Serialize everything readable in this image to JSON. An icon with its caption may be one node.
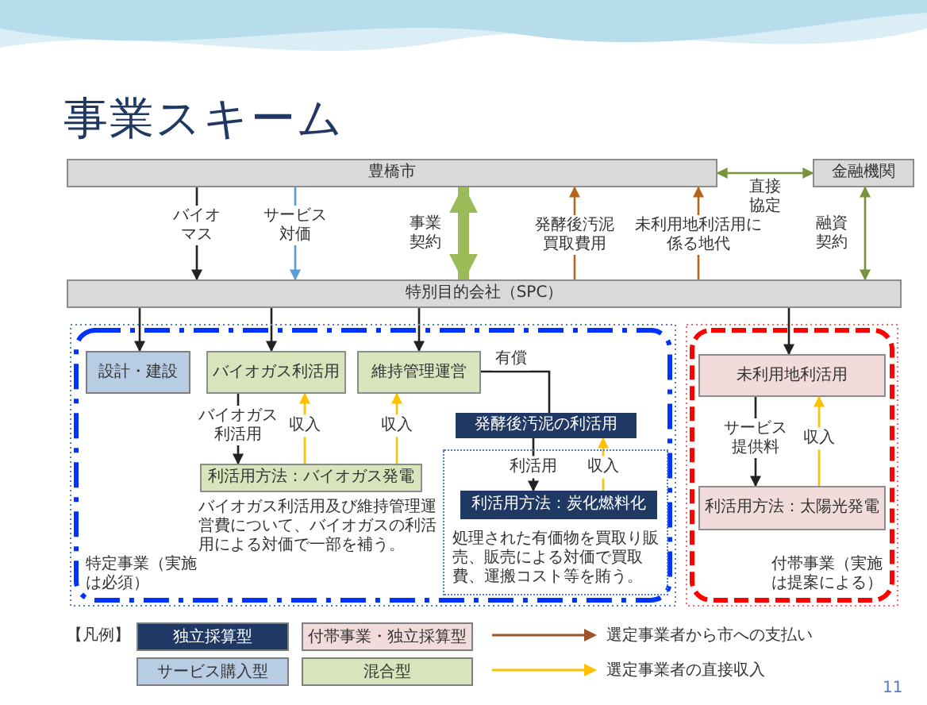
{
  "diagram": {
    "title": "事業スキーム",
    "nodes": [
      {
        "text": [
          "豊橋市"
        ]
      },
      {
        "text": [
          "金融機関"
        ]
      },
      {
        "text": [
          "特別目的会社（SPC）"
        ]
      },
      {
        "text": [
          "特定事業（実施は必須）"
        ]
      },
      {
        "text": [
          "設計・建設"
        ],
        "in": 3
      },
      {
        "text": [
          "バイオガス利活用"
        ],
        "in": 3
      },
      {
        "text": [
          "維持管理運営"
        ],
        "in": 3
      },
      {
        "text": [
          "利活用方法：バイオガス発電"
        ],
        "in": 3,
        "beside": [
          "バイオガス利活用及び維持管理運営費について、バイオガスの利活用による対価で一部を補う。"
        ]
      },
      {
        "text": [
          "発酵後汚泥の利活用"
        ],
        "in": 3
      },
      {
        "text": [
          "処理された有価物を買取り販売、販売による対価で買取費、運搬コスト等を賄う。"
        ],
        "in": 3
      },
      {
        "text": [
          "利活用方法：炭化燃料化"
        ],
        "in": 9
      },
      {
        "text": [
          "付帯事業（実施は提案による）"
        ]
      },
      {
        "text": [
          "未利用地利活用"
        ],
        "in": 11
      },
      {
        "text": [
          "利活用方法：太陽光発電"
        ],
        "in": 11
      }
    ],
    "edges": [
      {
        "from": 0,
        "to": 2,
        "arrow": "to",
        "label": "バイオマス"
      },
      {
        "from": 0,
        "to": 2,
        "arrow": "to",
        "label": "サービス対価",
        "color": "#5b9bd5"
      },
      {
        "from": 0,
        "to": 2,
        "arrow": "both",
        "label": "事業契約",
        "style": "thick",
        "color": "#9bbb59"
      },
      {
        "from": 2,
        "to": 0,
        "arrow": "to",
        "label": "発酵後汚泥買取費用",
        "color": "#b5651d"
      },
      {
        "from": 2,
        "to": 0,
        "arrow": "to",
        "label": "未利用地利活用に係る地代",
        "color": "#b5651d"
      },
      {
        "from": 0,
        "to": 1,
        "arrow": "both",
        "label": "直接協定",
        "color": "#77933c"
      },
      {
        "from": 1,
        "to": 2,
        "arrow": "both",
        "label": "融資契約",
        "color": "#77933c"
      },
      {
        "from": 2,
        "to": 4,
        "arrow": "to"
      },
      {
        "from": 2,
        "to": 5,
        "arrow": "to"
      },
      {
        "from": 2,
        "to": 6,
        "arrow": "to"
      },
      {
        "from": 5,
        "to": 7,
        "arrow": "to",
        "label": "バイオガス利活用"
      },
      {
        "from": 7,
        "to": 5,
        "arrow": "to",
        "label": "収入",
        "color": "#ffc000"
      },
      {
        "from": 7,
        "to": 6,
        "arrow": "to",
        "label": "収入",
        "color": "#ffc000"
      },
      {
        "from": 6,
        "to": 8,
        "arrow": "none",
        "label": "有償"
      },
      {
        "from": 8,
        "to": 10,
        "arrow": "to",
        "label": "利活用"
      },
      {
        "from": 10,
        "to": 8,
        "arrow": "to",
        "label": "収入",
        "color": "#ffc000"
      },
      {
        "from": 2,
        "to": 12,
        "arrow": "to"
      },
      {
        "from": 12,
        "to": 13,
        "arrow": "to",
        "label": "サービス提供料"
      },
      {
        "from": 13,
        "to": 12,
        "arrow": "to",
        "label": "収入",
        "color": "#ffc000"
      }
    ],
    "labels": [
      "【凡例】",
      "11"
    ],
    "legend": [
      {
        "text": "独立採算型",
        "color": "#1f3864"
      },
      {
        "text": "付帯事業・独立採算型",
        "color": "#f2dcdb"
      },
      {
        "text": "サービス購入型",
        "color": "#b8cce4"
      },
      {
        "text": "混合型",
        "color": "#d7e4bc"
      },
      {
        "text": "選定事業者から市への支払い"
      },
      {
        "text": "選定事業者の直接収入"
      }
    ]
  }
}
